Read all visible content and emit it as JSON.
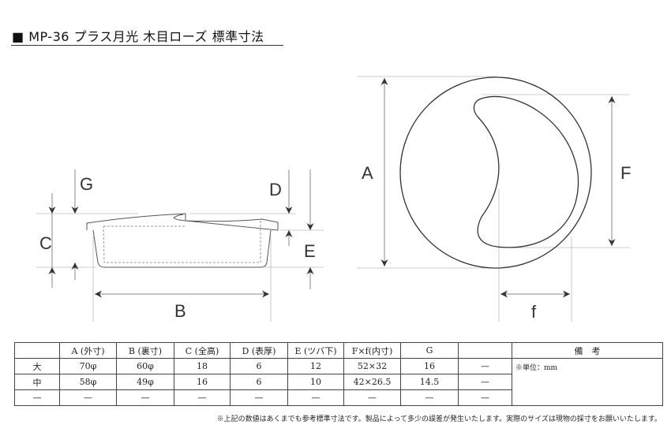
{
  "title": "■ MP-36 プラス月光  木目ローズ  標準寸法",
  "diagram_labels": {
    "A": "A",
    "B": "B",
    "C": "C",
    "D": "D",
    "E": "E",
    "F": "F",
    "f": "f",
    "G": "G"
  },
  "table": {
    "headers": [
      "",
      "A (外寸)",
      "B (裏寸)",
      "C (全高)",
      "D (表厚)",
      "E (ツバ下)",
      "F×f(内寸)",
      "G",
      "",
      "備　考"
    ],
    "rows": [
      [
        "大",
        "70φ",
        "60φ",
        "18",
        "6",
        "12",
        "52×32",
        "16",
        "—"
      ],
      [
        "中",
        "58φ",
        "49φ",
        "16",
        "6",
        "10",
        "42×26.5",
        "14.5",
        "—"
      ],
      [
        "—",
        "—",
        "—",
        "—",
        "—",
        "—",
        "—",
        "—",
        "—"
      ]
    ],
    "remarks": "※単位：mm"
  },
  "footnote": "※上記の数値はあくまでも参考標準寸法です。製品によって多少の誤差が発生いたします。実際のサイズは現物の採寸をお願いいたします。"
}
